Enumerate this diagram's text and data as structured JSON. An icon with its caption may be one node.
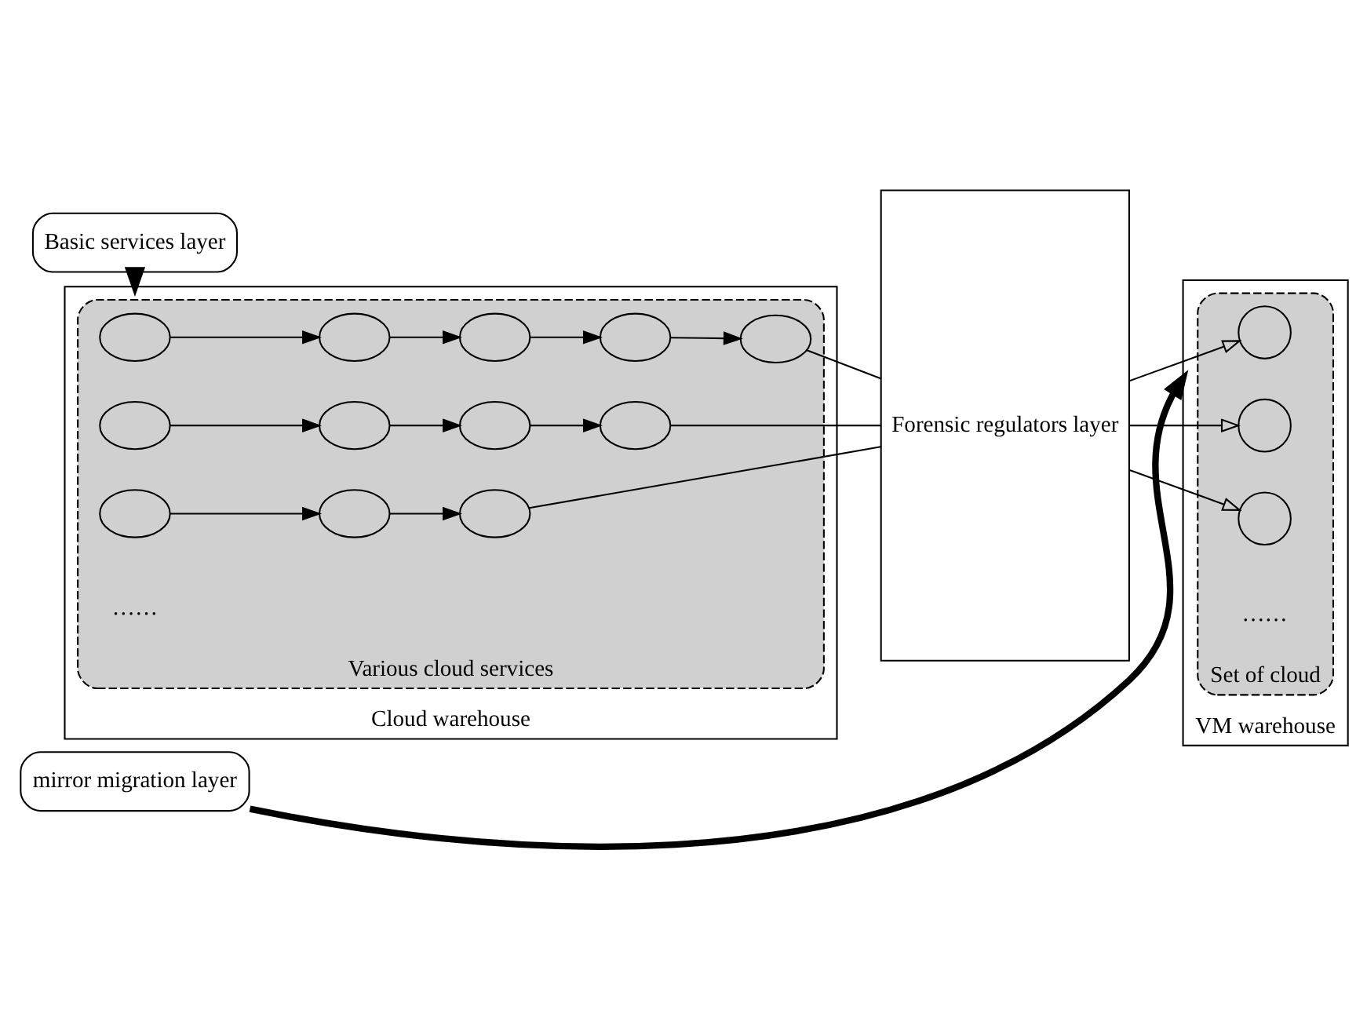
{
  "diagram": {
    "nodes": [
      {
        "text": [
          "Cloud warehouse"
        ]
      },
      {
        "text": [
          "Various cloud services"
        ],
        "in": 0
      },
      {
        "text": [],
        "shape": "circle",
        "in": 1
      },
      {
        "text": [],
        "shape": "circle",
        "in": 1
      },
      {
        "text": [],
        "shape": "circle",
        "in": 1
      },
      {
        "text": [],
        "shape": "circle",
        "in": 1
      },
      {
        "text": [],
        "shape": "circle",
        "in": 1
      },
      {
        "text": [],
        "shape": "circle",
        "in": 1
      },
      {
        "text": [],
        "shape": "circle",
        "in": 1
      },
      {
        "text": [],
        "shape": "circle",
        "in": 1
      },
      {
        "text": [],
        "shape": "circle",
        "in": 1
      },
      {
        "text": [],
        "shape": "circle",
        "in": 1
      },
      {
        "text": [],
        "shape": "circle",
        "in": 1
      },
      {
        "text": [],
        "shape": "circle",
        "in": 1
      },
      {
        "text": [
          "Forensic regulators layer"
        ]
      },
      {
        "text": [
          "VM warehouse"
        ]
      },
      {
        "text": [
          "Set of cloud"
        ],
        "in": 15
      },
      {
        "text": [],
        "shape": "circle",
        "in": 16
      },
      {
        "text": [],
        "shape": "circle",
        "in": 16
      },
      {
        "text": [],
        "shape": "circle",
        "in": 16
      },
      {
        "text": [
          "Basic services layer"
        ]
      },
      {
        "text": [
          "mirror migration layer"
        ]
      }
    ],
    "edges": [
      {
        "from": 3,
        "to": 4,
        "arrow": "to"
      },
      {
        "from": 2,
        "to": 6,
        "arrow": "to"
      },
      {
        "from": 5,
        "to": 8,
        "arrow": "to"
      },
      {
        "from": 6,
        "to": 9,
        "arrow": "to"
      },
      {
        "from": 9,
        "to": 10,
        "arrow": "to"
      },
      {
        "from": 10,
        "to": 7,
        "arrow": "to"
      },
      {
        "from": 8,
        "to": 12,
        "arrow": "to"
      },
      {
        "from": 12,
        "to": 13,
        "arrow": "to"
      },
      {
        "from": 11,
        "to": 3,
        "arrow": "to"
      },
      {
        "from": 4,
        "to": 14,
        "arrow": "none"
      },
      {
        "from": 14,
        "to": 17,
        "arrow": "to"
      },
      {
        "from": 7,
        "to": 14,
        "arrow": "none"
      },
      {
        "from": 14,
        "to": 18,
        "arrow": "to"
      },
      {
        "from": 13,
        "to": 14,
        "arrow": "none"
      },
      {
        "from": 14,
        "to": 19,
        "arrow": "to"
      },
      {
        "from": 20,
        "to": 0,
        "arrow": "to",
        "style": "thick"
      },
      {
        "from": 21,
        "to": 15,
        "arrow": "to",
        "style": "thick"
      }
    ],
    "labels": [
      "……",
      "……"
    ]
  }
}
